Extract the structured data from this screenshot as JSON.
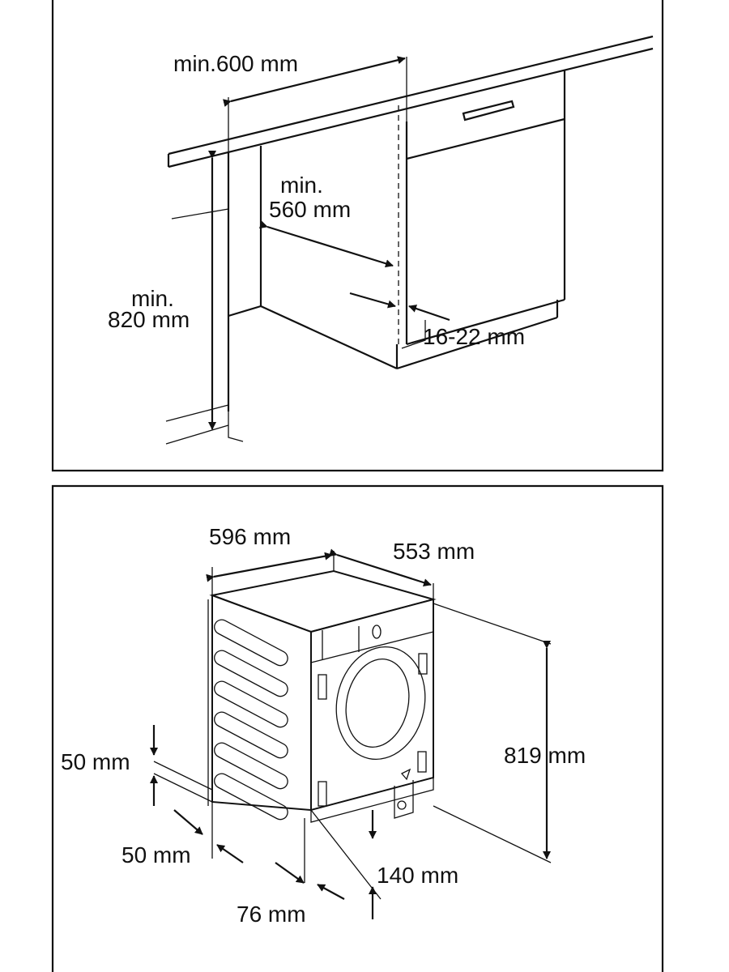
{
  "top_panel": {
    "labels": {
      "width_min": "min.600 mm",
      "depth_min_line1": "min.",
      "depth_min_line2": "560 mm",
      "height_min_line1": "min.",
      "height_min_line2": "820 mm",
      "door_thickness": "16-22 mm"
    }
  },
  "bottom_panel": {
    "labels": {
      "width": "596 mm",
      "depth": "553 mm",
      "height": "819 mm",
      "offset_vertical": "50 mm",
      "offset_side": "50 mm",
      "offset_rear": "76 mm",
      "foot_height": "140 mm"
    }
  }
}
